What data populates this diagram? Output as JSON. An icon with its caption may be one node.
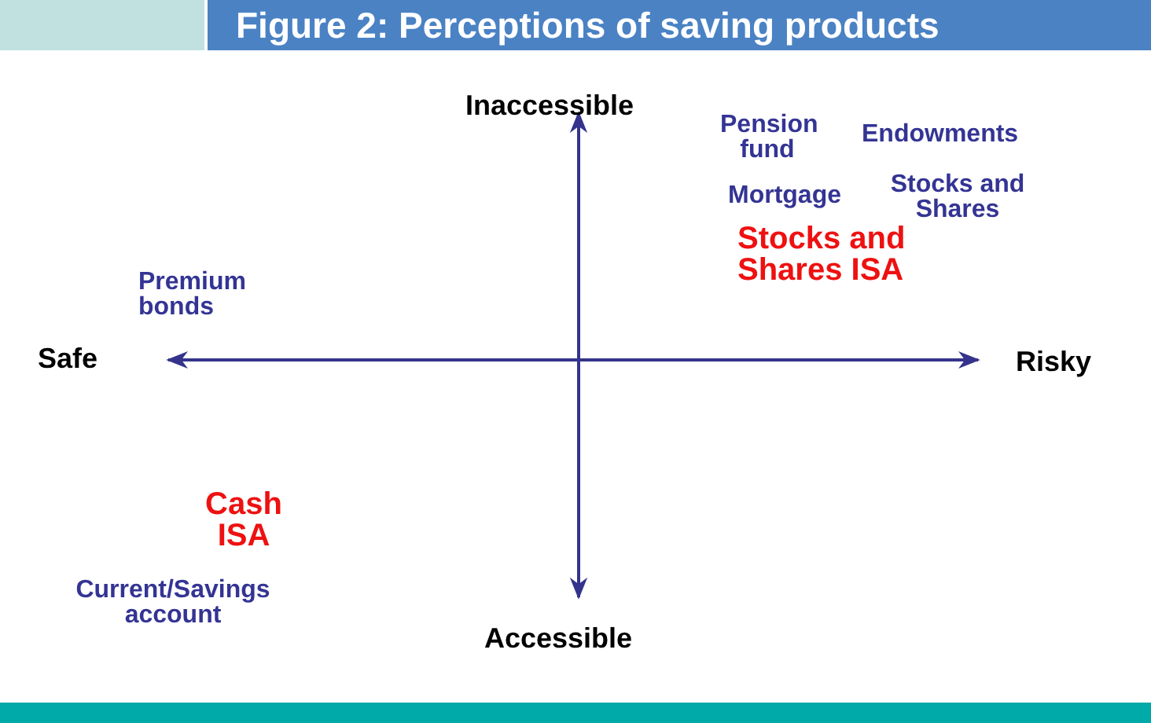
{
  "diagram": {
    "title": "Figure 2: Perceptions of saving products",
    "labels": [
      "Inaccessible",
      "Pension fund",
      "Endowments",
      "Mortgage",
      "Stocks and Shares",
      "Stocks and Shares ISA",
      "Premium bonds",
      "Safe",
      "Risky",
      "Cash ISA",
      "Current/Savings account",
      "Accessible"
    ]
  }
}
